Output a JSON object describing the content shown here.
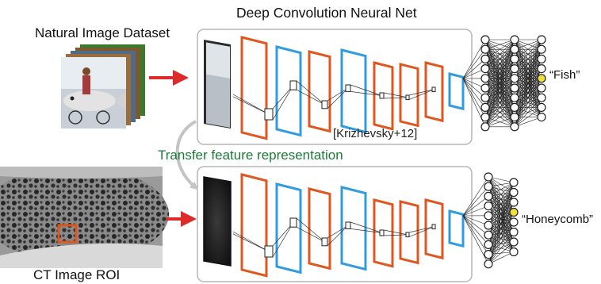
{
  "title": "Deep Convolution Neural Net",
  "dataset_label": "Natural Image Dataset",
  "reference": "[Krizhevsky+12]",
  "transfer_label": "Transfer feature representation",
  "output_top": "“Fish”",
  "output_bottom": "“Honeycomb”",
  "ct_label": "CT Image ROI",
  "colors": {
    "conv": "#e0561f",
    "norm": "#2f9be0",
    "arrow": "#dd2b2b",
    "transfer_text": "#1e7a3a",
    "panel_border": "#b5b5b5",
    "output_node": "#f1e23a"
  },
  "icons": [
    "red-arrow-icon",
    "gray-curved-arrow-icon"
  ]
}
